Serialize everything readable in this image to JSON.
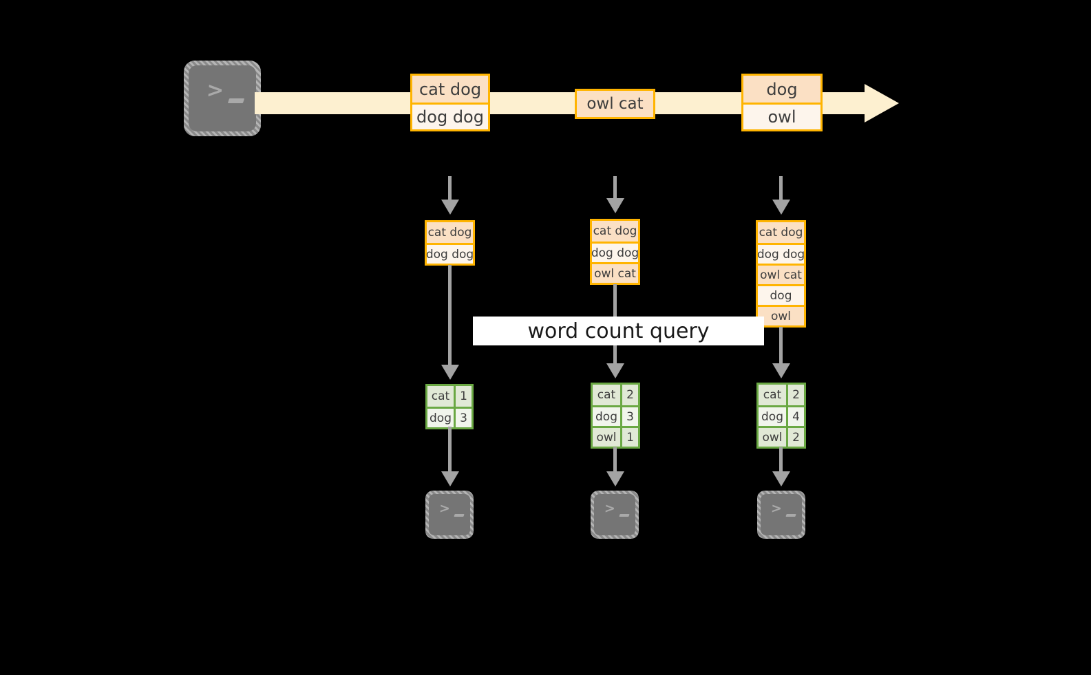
{
  "diagram": {
    "title": "word count query",
    "colors": {
      "background": "#000000",
      "stream_band": "#fdf0d0",
      "message_border": "#ffb400",
      "message_fill_peach": "#fbe0c4",
      "message_fill_light": "#fdf5ec",
      "result_border": "#6aa843",
      "result_fill_dark": "#e1e9d6",
      "result_fill_light": "#f1f5ec",
      "arrow_gray": "#a3a3a3",
      "terminal_gray": "#757575",
      "label_background": "#ffffff",
      "text": "#3d3d3d"
    }
  },
  "source": {
    "icon": "terminal-icon",
    "prompt_chevron": ">",
    "prompt_cursor": "_"
  },
  "stream": {
    "name": "append-only-stream",
    "direction": "left-to-right",
    "messages": [
      {
        "id": "m1",
        "lines": [
          "cat dog",
          "dog dog"
        ]
      },
      {
        "id": "m2",
        "lines": [
          "owl cat"
        ]
      },
      {
        "id": "m3",
        "lines": [
          "dog",
          "owl"
        ]
      }
    ]
  },
  "snapshots": [
    {
      "id": "snapshot-1",
      "accumulated": [
        "cat dog",
        "dog dog"
      ],
      "result": {
        "rows": [
          {
            "word": "cat",
            "count": "1"
          },
          {
            "word": "dog",
            "count": "3"
          }
        ]
      },
      "sink_icon": "terminal-icon"
    },
    {
      "id": "snapshot-2",
      "accumulated": [
        "cat dog",
        "dog dog",
        "owl cat"
      ],
      "result": {
        "rows": [
          {
            "word": "cat",
            "count": "2"
          },
          {
            "word": "dog",
            "count": "3"
          },
          {
            "word": "owl",
            "count": "1"
          }
        ]
      },
      "sink_icon": "terminal-icon"
    },
    {
      "id": "snapshot-3",
      "accumulated": [
        "cat dog",
        "dog dog",
        "owl cat",
        "dog",
        "owl"
      ],
      "result": {
        "rows": [
          {
            "word": "cat",
            "count": "2"
          },
          {
            "word": "dog",
            "count": "4"
          },
          {
            "word": "owl",
            "count": "2"
          }
        ]
      },
      "sink_icon": "terminal-icon"
    }
  ]
}
